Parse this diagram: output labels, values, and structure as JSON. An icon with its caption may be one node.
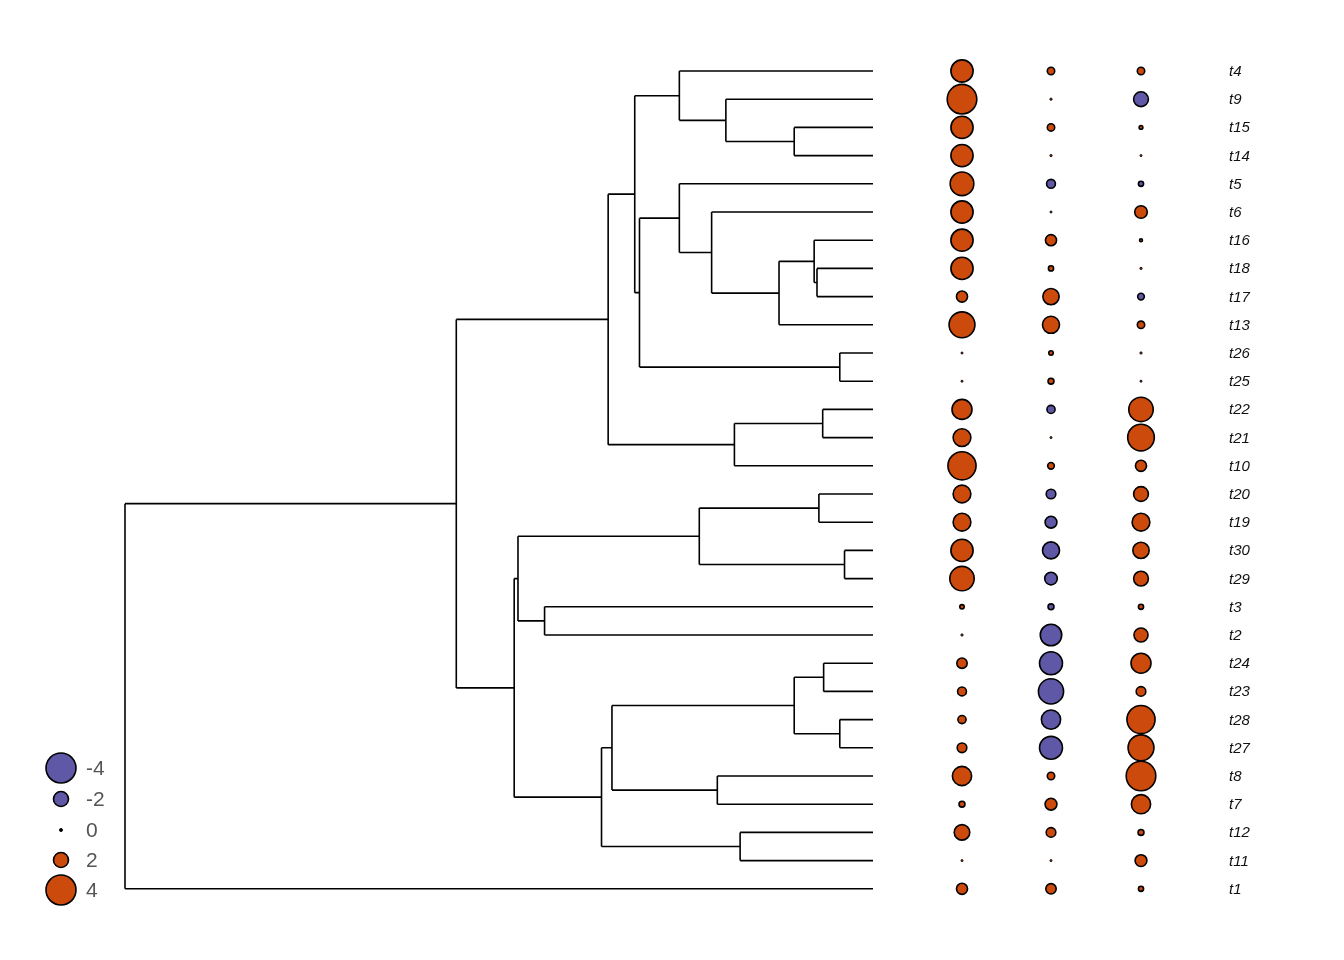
{
  "diagram": {
    "labels": [
      "t4",
      "t9",
      "t15",
      "t14",
      "t5",
      "t6",
      "t16",
      "t18",
      "t17",
      "t13",
      "t26",
      "t25",
      "t22",
      "t21",
      "t10",
      "t20",
      "t19",
      "t30",
      "t29",
      "t3",
      "t2",
      "t24",
      "t23",
      "t28",
      "t27",
      "t8",
      "t7",
      "t12",
      "t11",
      "t1"
    ],
    "legend": [
      {
        "text": "-4",
        "color": "#5f58a6"
      },
      {
        "text": "-2",
        "color": "#5f58a6"
      },
      {
        "text": "0"
      },
      {
        "text": "2",
        "color": "#cc4a0b"
      },
      {
        "text": "4",
        "color": "#cc4a0b"
      }
    ]
  }
}
